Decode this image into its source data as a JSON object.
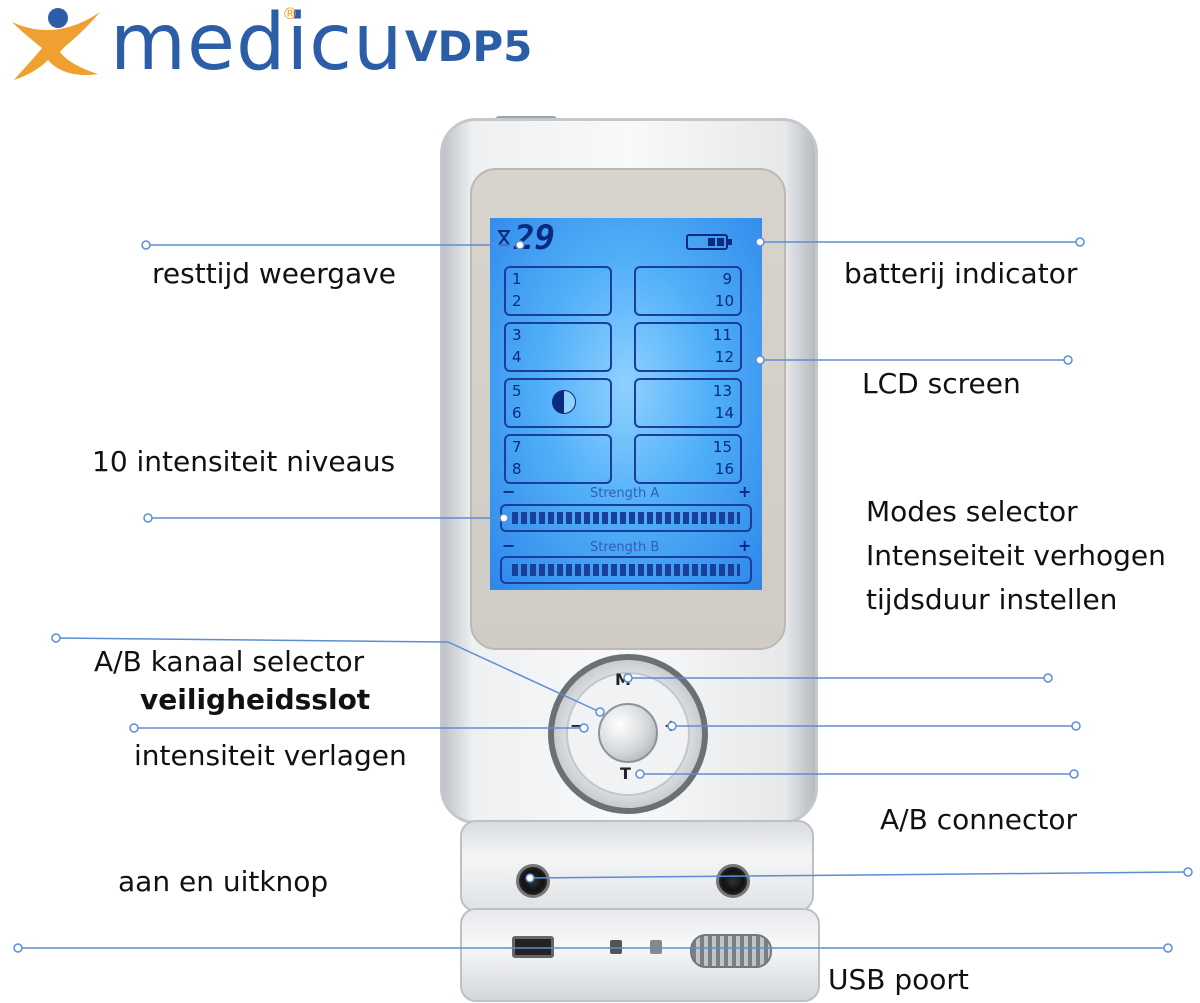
{
  "header": {
    "brand": "medicu",
    "model": "VDP5",
    "registered_mark": "®",
    "logo_icon": "person-figure-icon",
    "brand_color": "#2c5ea8",
    "logo_accent_color": "#f0a030"
  },
  "lcd": {
    "timer_value": "29",
    "modes_left": [
      {
        "top": "1",
        "bottom": "2"
      },
      {
        "top": "3",
        "bottom": "4"
      },
      {
        "top": "5",
        "bottom": "6"
      },
      {
        "top": "7",
        "bottom": "8"
      }
    ],
    "modes_right": [
      {
        "top": "9",
        "bottom": "10"
      },
      {
        "top": "11",
        "bottom": "12"
      },
      {
        "top": "13",
        "bottom": "14"
      },
      {
        "top": "15",
        "bottom": "16"
      }
    ],
    "strength_a": "Strength A",
    "strength_b": "Strength B",
    "minus": "−",
    "plus": "+"
  },
  "controls": {
    "m": "M",
    "t": "T",
    "minus": "−",
    "plus": "+"
  },
  "labels": {
    "remaining_time": "resttijd weergave",
    "battery": "batterij indicator",
    "lcd_screen": "LCD screen",
    "intensity_levels": "10 intensiteit niveaus",
    "modes_selector": "Modes selector",
    "intensity_up": "Intenseiteit verhogen",
    "duration": "tijdsduur instellen",
    "ab_channel": "A/B kanaal selector",
    "safety_lock": "veiligheidsslot",
    "intensity_down": "intensiteit verlagen",
    "ab_connector": "A/B connector",
    "power_button": "aan en uitknop",
    "usb_port": "USB poort"
  },
  "leader_color": "#5b8ed6"
}
